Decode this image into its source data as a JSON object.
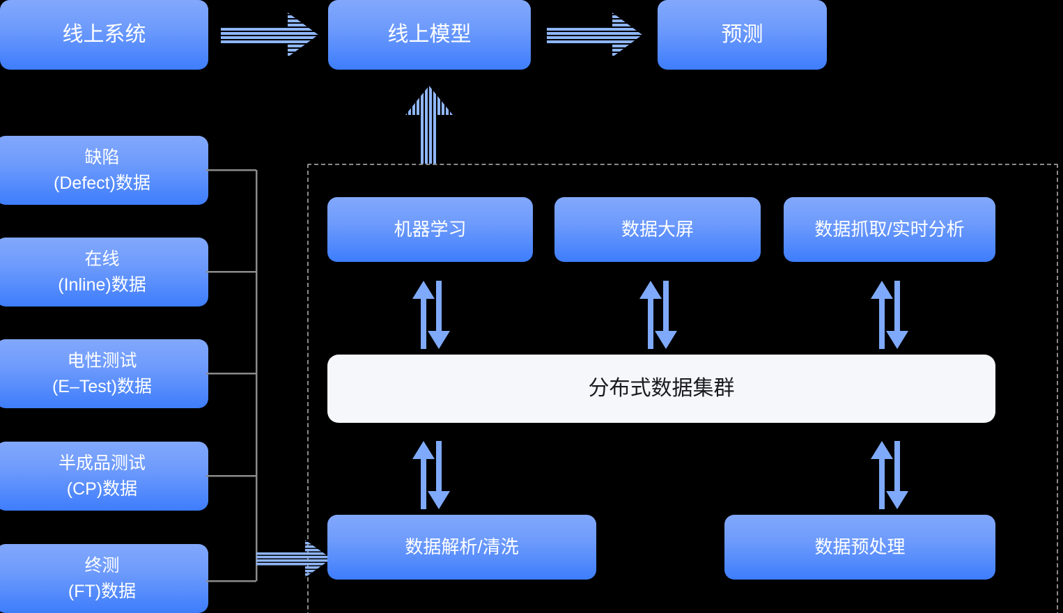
{
  "diagram": {
    "title": "",
    "colors": {
      "background": "#000000",
      "card_gradient_top": "#82A8FC",
      "card_gradient_bottom": "#3E7DFC",
      "card_text": "#FFFFFF",
      "white_card_bg": "#F6F7FB",
      "white_card_text": "#1B1B1F",
      "arrow_fill": "#8FB6FA",
      "arrow_solid": "#7FAAFB",
      "connector_line": "#8B8B8B",
      "dashed_border": "#8B8B8B"
    },
    "top_flow": {
      "nodes": [
        {
          "id": "online-system",
          "label": "线上系统"
        },
        {
          "id": "online-model",
          "label": "线上模型"
        },
        {
          "id": "prediction",
          "label": "预测"
        }
      ],
      "arrows": [
        {
          "id": "arrow-system-to-model",
          "direction": "right",
          "style": "striped"
        },
        {
          "id": "arrow-model-to-prediction",
          "direction": "right",
          "style": "striped"
        },
        {
          "id": "arrow-platform-to-model",
          "direction": "up",
          "style": "striped"
        }
      ]
    },
    "data_sources": {
      "items": [
        {
          "id": "defect",
          "line1": "缺陷",
          "line2": "(Defect)数据"
        },
        {
          "id": "inline",
          "line1": "在线",
          "line2": "(Inline)数据"
        },
        {
          "id": "etest",
          "line1": "电性测试",
          "line2": "(E–Test)数据"
        },
        {
          "id": "cp",
          "line1": "半成品测试",
          "line2": "(CP)数据"
        },
        {
          "id": "ft",
          "line1": "终测",
          "line2": "(FT)数据"
        }
      ],
      "feed_arrow": {
        "id": "arrow-sources-to-platform",
        "direction": "right",
        "style": "striped"
      }
    },
    "platform": {
      "top_row": [
        {
          "id": "machine-learning",
          "label": "机器学习"
        },
        {
          "id": "data-dashboard",
          "label": "数据大屏"
        },
        {
          "id": "data-capture",
          "label": "数据抓取/实时分析"
        }
      ],
      "cluster": {
        "id": "distributed-cluster",
        "label": "分布式数据集群"
      },
      "bottom_row": [
        {
          "id": "data-parse-clean",
          "label": "数据解析/清洗"
        },
        {
          "id": "data-preprocess",
          "label": "数据预处理"
        }
      ],
      "bidirectional_arrows": [
        {
          "id": "bidir-ml-cluster",
          "between": [
            "机器学习",
            "分布式数据集群"
          ]
        },
        {
          "id": "bidir-dashboard-cluster",
          "between": [
            "数据大屏",
            "分布式数据集群"
          ]
        },
        {
          "id": "bidir-capture-cluster",
          "between": [
            "数据抓取/实时分析",
            "分布式数据集群"
          ]
        },
        {
          "id": "bidir-cluster-parse",
          "between": [
            "分布式数据集群",
            "数据解析/清洗"
          ]
        },
        {
          "id": "bidir-cluster-preprocess",
          "between": [
            "分布式数据集群",
            "数据预处理"
          ]
        }
      ]
    }
  }
}
